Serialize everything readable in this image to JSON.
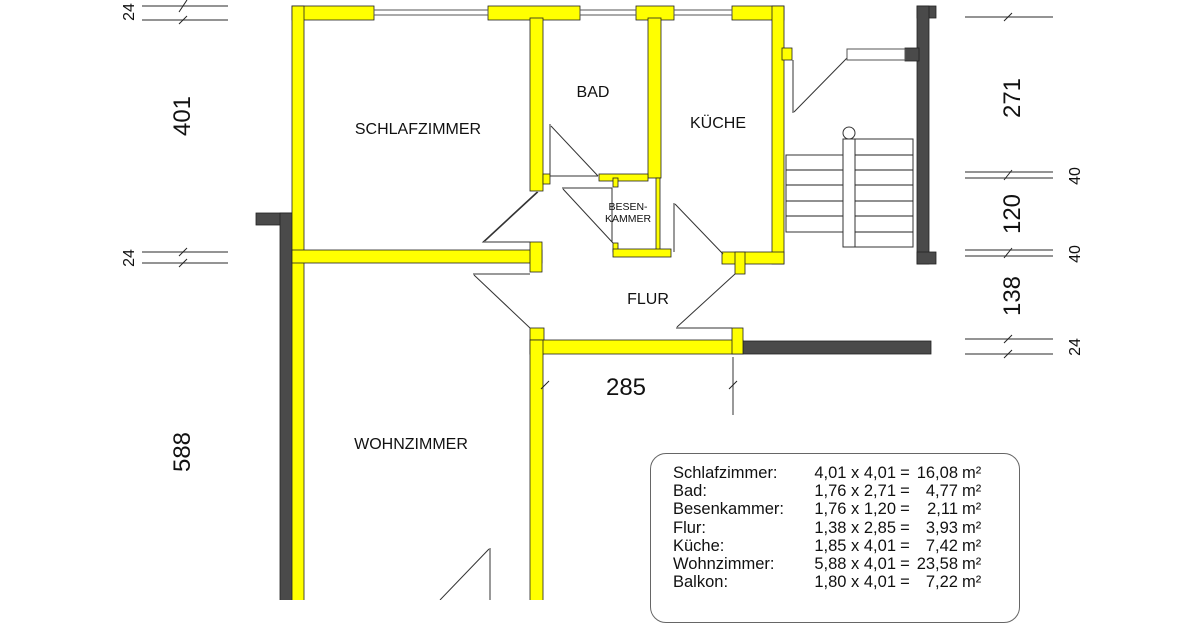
{
  "rooms": {
    "schlafzimmer": "SCHLAFZIMMER",
    "bad": "BAD",
    "kueche": "KÜCHE",
    "besenkammer_line1": "BESEN-",
    "besenkammer_line2": "KAMMER",
    "flur": "FLUR",
    "wohnzimmer": "WOHNZIMMER"
  },
  "dimensions": {
    "left": {
      "top_wall": "24",
      "schlafzimmer_depth": "401",
      "mid_wall": "24",
      "wohnzimmer_depth": "588"
    },
    "right": {
      "kueche_depth": "271",
      "upper_gap": "40",
      "stair_span": "120",
      "lower_gap": "40",
      "flur_depth": "138",
      "bottom_wall": "24"
    },
    "center": {
      "flur_width": "285"
    }
  },
  "area_table": {
    "rows": [
      {
        "name": "Schlafzimmer:",
        "dims": "4,01 x 4,01",
        "eq": "=",
        "value": "16,08",
        "unit": "m²"
      },
      {
        "name": "Bad:",
        "dims": "1,76 x 2,71",
        "eq": "=",
        "value": "4,77",
        "unit": "m²"
      },
      {
        "name": "Besenkammer:",
        "dims": "1,76 x 1,20",
        "eq": "=",
        "value": "2,11",
        "unit": "m²"
      },
      {
        "name": "Flur:",
        "dims": "1,38 x 2,85",
        "eq": "=",
        "value": "3,93",
        "unit": "m²"
      },
      {
        "name": "Küche:",
        "dims": "1,85 x 4,01",
        "eq": "=",
        "value": "7,42",
        "unit": "m²"
      },
      {
        "name": "Wohnzimmer:",
        "dims": "5,88 x 4,01",
        "eq": "=",
        "value": "23,58",
        "unit": "m²"
      },
      {
        "name": "Balkon:",
        "dims": "1,80 x 4,01",
        "eq": "=",
        "value": "7,22",
        "unit": "m²"
      }
    ]
  },
  "colors": {
    "interior_wall": "#ffff00",
    "exterior_wall": "#4a4a4a",
    "line": "#333333"
  }
}
